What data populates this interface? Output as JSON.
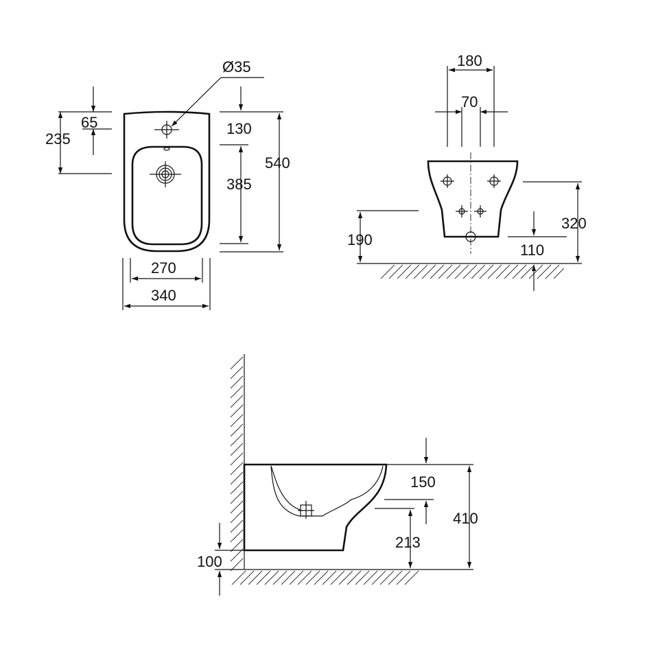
{
  "top_view": {
    "labels": {
      "d65": "65",
      "d235": "235",
      "d35": "Ø35",
      "d130": "130",
      "d385": "385",
      "d540": "540",
      "d270": "270",
      "d340": "340"
    }
  },
  "rear_view": {
    "labels": {
      "d180": "180",
      "d70": "70",
      "d190": "190",
      "d320": "320",
      "d110": "110"
    }
  },
  "side_view": {
    "labels": {
      "d150": "150",
      "d410": "410",
      "d213": "213",
      "d100": "100"
    }
  }
}
